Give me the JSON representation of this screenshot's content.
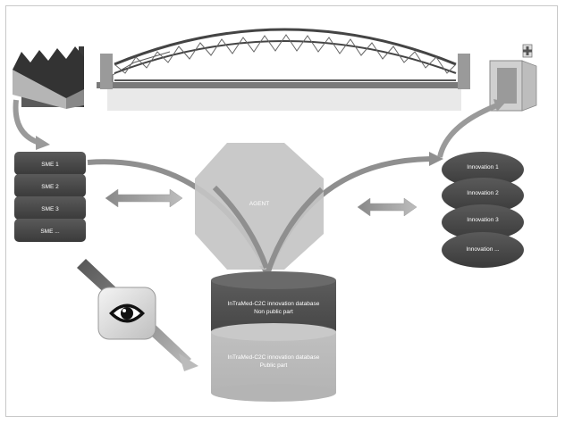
{
  "diagram": {
    "sme_boxes": [
      "SME 1",
      "SME 2",
      "SME 3",
      "SME ..."
    ],
    "agent_label": "AGENT",
    "innovations": [
      "Innovation 1",
      "Innovation 2",
      "Innovation 3",
      "Innovation ..."
    ],
    "database": {
      "top_line1": "InTraMed-C2C innovation database",
      "top_line2": "Non public part",
      "bottom_line1": "InTraMed-C2C innovation database",
      "bottom_line2": "Public part"
    },
    "icons": [
      "factory-icon",
      "bridge-icon",
      "hospital-icon",
      "eye-icon"
    ]
  }
}
